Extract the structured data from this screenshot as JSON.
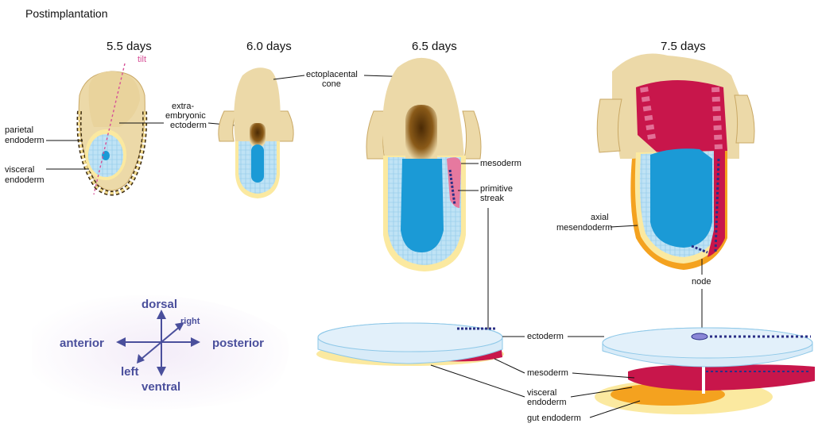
{
  "title": "Postimplantation",
  "stages": [
    "5.5 days",
    "6.0 days",
    "6.5 days",
    "7.5 days"
  ],
  "labels": {
    "tilt": "tilt",
    "parietal_endoderm": [
      "parietal",
      "endoderm"
    ],
    "visceral_endoderm_1": [
      "visceral",
      "endoderm"
    ],
    "extraembryonic": [
      "extra-",
      "embryonic",
      "ectoderm"
    ],
    "ectoplacental": [
      "ectoplacental",
      "cone"
    ],
    "mesoderm_1": "mesoderm",
    "primitive_streak": [
      "primitive",
      "streak"
    ],
    "axial_mesendoderm": [
      "axial",
      "mesendoderm"
    ],
    "node": "node",
    "ectoderm": "ectoderm",
    "mesoderm_2": "mesoderm",
    "visceral_endoderm_2": [
      "visceral",
      "endoderm"
    ],
    "gut_endoderm": "gut endoderm"
  },
  "axes": {
    "dorsal": "dorsal",
    "ventral": "ventral",
    "anterior": "anterior",
    "posterior": "posterior",
    "left": "left",
    "right": "right"
  },
  "colors": {
    "tan": "#ecd9a8",
    "tan_edge": "#c9a865",
    "blue": "#1b9ad6",
    "light_blue": "#bfe3f5",
    "pale_blue": "#d8ebf8",
    "crimson": "#c8164b",
    "pink": "#e6799f",
    "orange": "#f4a21f",
    "yellow": "#fbe9a0",
    "dark_brown": "#5a3408",
    "navy": "#2b2f86",
    "axis": "#4a4f9c",
    "magenta": "#d64f96"
  }
}
